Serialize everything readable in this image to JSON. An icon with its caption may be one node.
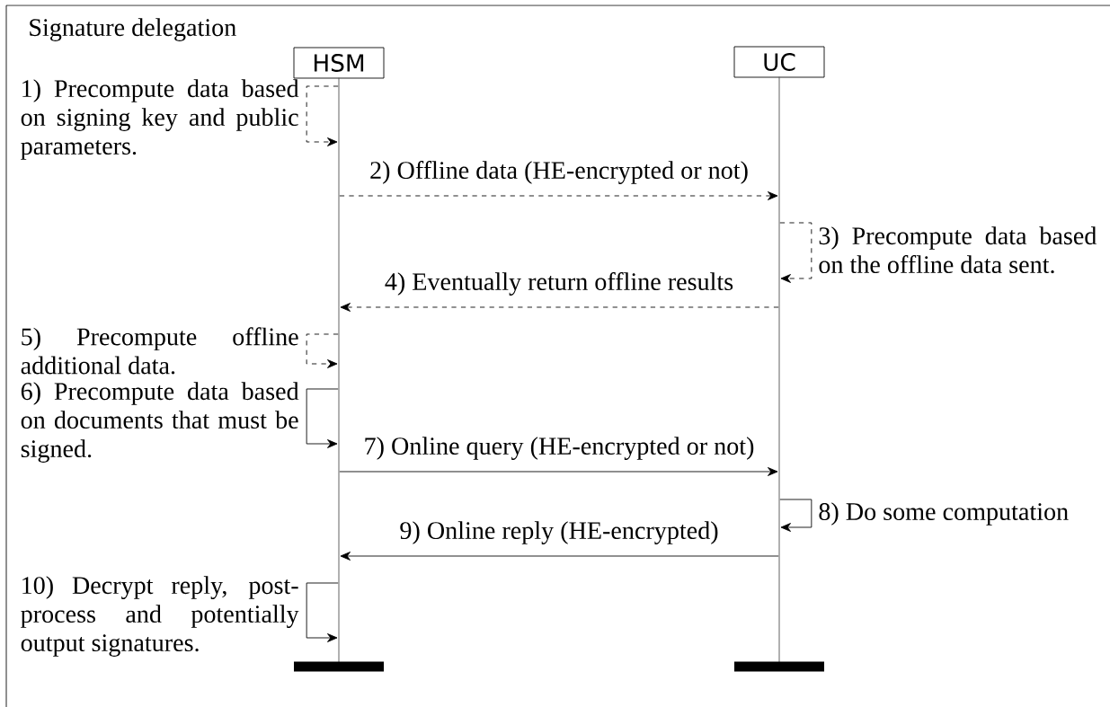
{
  "diagram": {
    "title": "Signature delegation",
    "nodes": [
      {
        "text": [
          "HSM"
        ]
      },
      {
        "text": [
          "UC"
        ]
      },
      {
        "text": [],
        "shape": "line"
      },
      {
        "text": [],
        "shape": "line"
      },
      {
        "text": [],
        "shape": "bar"
      },
      {
        "text": [],
        "shape": "bar"
      }
    ],
    "edges": [
      {
        "from": 2,
        "to": 2,
        "arrow": "to",
        "style": "dashed",
        "label": "1) Precompute data based on signing key and public parameters."
      },
      {
        "from": 2,
        "to": 3,
        "arrow": "to",
        "style": "dashed",
        "label": "2) Offline data (HE-encrypted or not)"
      },
      {
        "from": 3,
        "to": 3,
        "arrow": "to",
        "style": "dashed",
        "label": "3) Precompute data based on the offline data sent."
      },
      {
        "from": 3,
        "to": 2,
        "arrow": "to",
        "style": "dashed",
        "label": "4) Eventually return offline results"
      },
      {
        "from": 2,
        "to": 2,
        "arrow": "to",
        "style": "dashed",
        "label": "5) Precompute offline additional data."
      },
      {
        "from": 2,
        "to": 2,
        "arrow": "to",
        "label": "6) Precompute data based on documents that must be signed."
      },
      {
        "from": 2,
        "to": 3,
        "arrow": "to",
        "label": "7) Online query (HE-encrypted or not)"
      },
      {
        "from": 3,
        "to": 3,
        "arrow": "to",
        "label": "8) Do some computation"
      },
      {
        "from": 3,
        "to": 2,
        "arrow": "to",
        "label": "9) Online reply (HE-encrypted)"
      },
      {
        "from": 2,
        "to": 2,
        "arrow": "to",
        "label": "10) Decrypt reply, post-process and potentially output signatures."
      }
    ]
  }
}
